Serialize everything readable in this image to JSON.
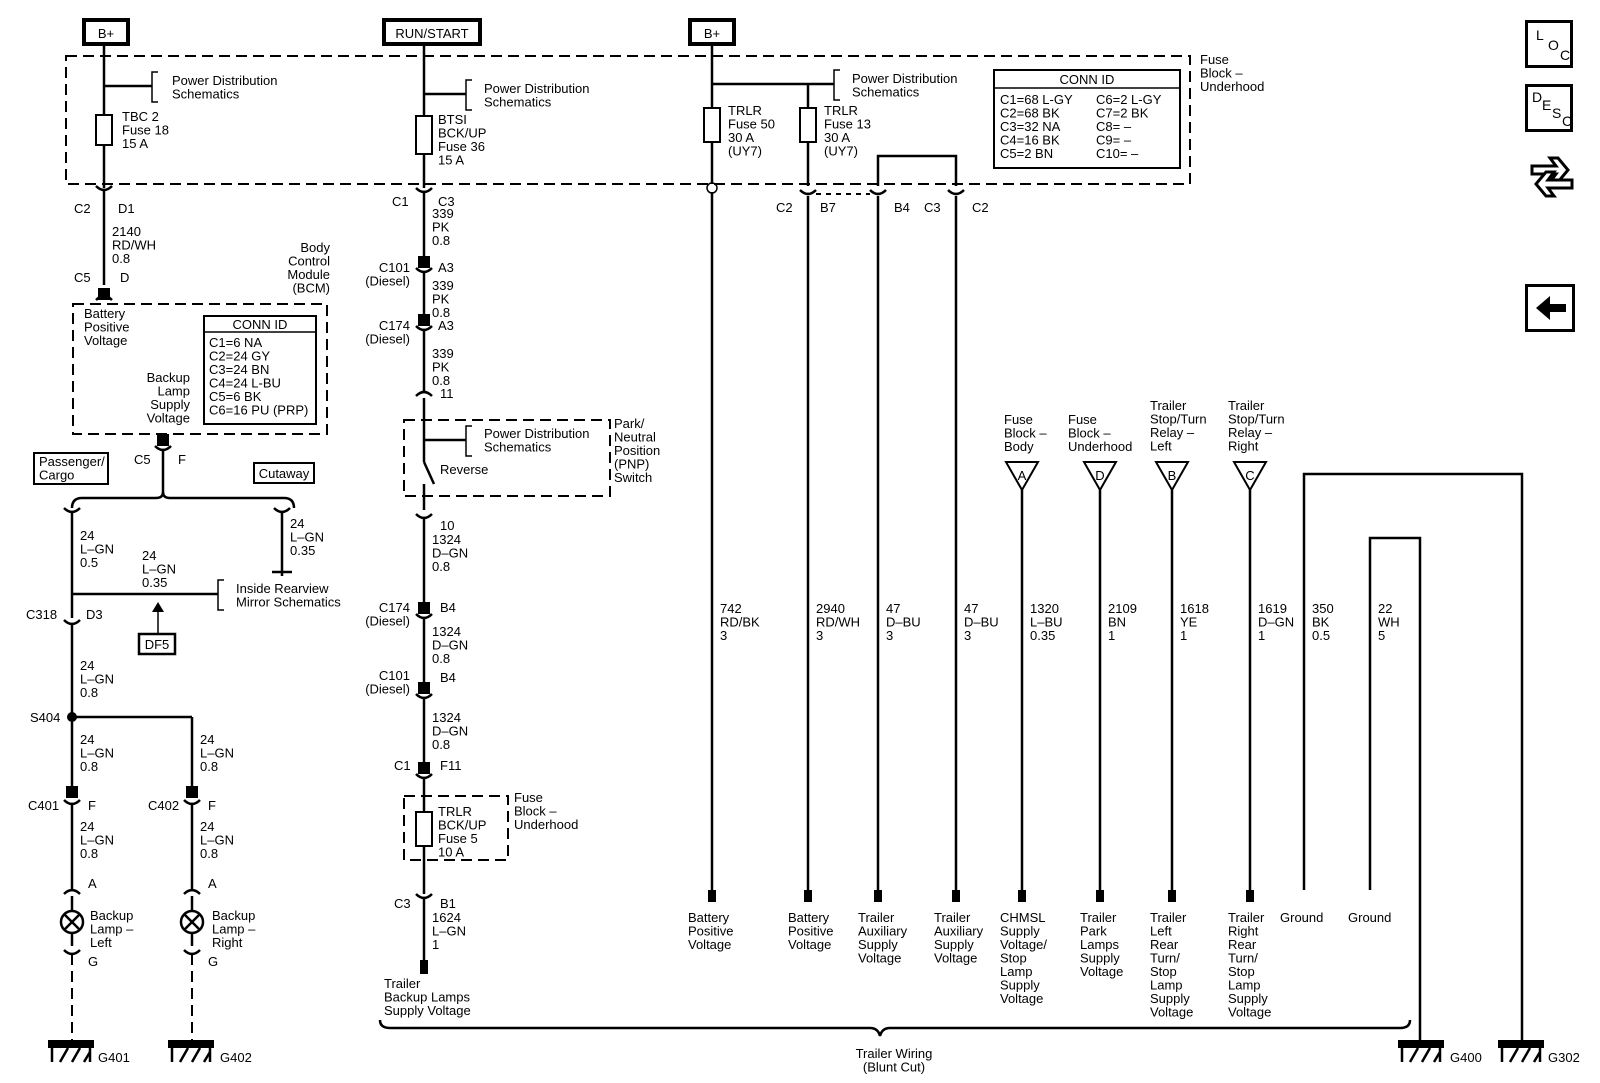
{
  "headers": {
    "b_plus_left": "B+",
    "run_start": "RUN/START",
    "b_plus_right": "B+"
  },
  "pds": "Power Distribution\nSchematics",
  "fuse_block_underhood": "Fuse\nBlock –\nUnderhood",
  "fuses": {
    "tbc2": "TBC 2\nFuse 18\n15 A",
    "btsi": "BTSI\nBCK/UP\nFuse 36\n15 A",
    "trlr50": "TRLR\nFuse 50\n30 A\n(UY7)",
    "trlr13": "TRLR\nFuse 13\n30 A\n(UY7)",
    "trlr5": "TRLR\nBCK/UP\nFuse 5\n10 A"
  },
  "conn_id_fuse": {
    "title": "CONN ID",
    "col1": [
      "C1=68 L-GY",
      "C2=68 BK",
      "C3=32 NA",
      "C4=16 BK",
      "C5=2 BN"
    ],
    "col2": [
      "C6=2 L-GY",
      "C7=2 BK",
      "C8= –",
      "C9= –",
      "C10= –"
    ]
  },
  "bcm": {
    "name": "Body\nControl\nModule\n(BCM)",
    "battery_voltage": "Battery\nPositive\nVoltage",
    "backup_supply": "Backup\nLamp\nSupply\nVoltage",
    "conn_title": "CONN ID",
    "conn_rows": [
      "C1=6 NA",
      "C2=24 GY",
      "C3=24 BN",
      "C4=24 L-BU",
      "C5=6 BK",
      "C6=16 PU (PRP)"
    ]
  },
  "left_branch": {
    "c2": "C2",
    "d1": "D1",
    "wire_2140": "2140\nRD/WH\n0.8",
    "c5a": "C5",
    "d": "D",
    "c5b": "C5",
    "f": "F",
    "passenger_cargo": "Passenger/\nCargo",
    "cutaway": "Cutaway",
    "w24_05": "24\nL–GN\n0.5",
    "w24_035a": "24\nL–GN\n0.35",
    "w24_035b": "24\nL–GN\n0.35",
    "mirror": "Inside Rearview\nMirror Schematics",
    "df5": "DF5",
    "c318": "C318",
    "d3": "D3",
    "w24_08a": "24\nL–GN\n0.8",
    "s404": "S404",
    "w24_08b": "24\nL–GN\n0.8",
    "w24_08c": "24\nL–GN\n0.8",
    "c401": "C401",
    "c402": "C402",
    "f1": "F",
    "f2": "F",
    "w24_08d": "24\nL–GN\n0.8",
    "w24_08e": "24\nL–GN\n0.8",
    "a1": "A",
    "a2": "A",
    "g1": "G",
    "g2": "G",
    "lamp_left": "Backup\nLamp –\nLeft",
    "lamp_right": "Backup\nLamp –\nRight",
    "g401": "G401",
    "g402": "G402"
  },
  "center": {
    "c1": "C1",
    "c3": "C3",
    "w339a": "339\nPK\n0.8",
    "c101a": "C101\n(Diesel)",
    "a3a": "A3",
    "w339b": "339\nPK\n0.8",
    "c174a": "C174\n(Diesel)",
    "a3b": "A3",
    "w339c": "339\nPK\n0.8",
    "n11": "11",
    "pnp": "Park/\nNeutral\nPosition\n(PNP)\nSwitch",
    "reverse": "Reverse",
    "n10": "10",
    "w1324a": "1324\nD–GN\n0.8",
    "c174b": "C174\n(Diesel)",
    "b4a": "B4",
    "w1324b": "1324\nD–GN\n0.8",
    "c101b": "C101\n(Diesel)",
    "b4b": "B4",
    "w1324c": "1324\nD–GN\n0.8",
    "c1b": "C1",
    "f11": "F11",
    "c3b": "C3",
    "b1": "B1",
    "w1624": "1624\nL–GN\n1",
    "trailer_backup": "Trailer\nBackup Lamps\nSupply Voltage"
  },
  "right": {
    "c2": "C2",
    "b7": "B7",
    "b4": "B4",
    "c3": "C3",
    "c2b": "C2",
    "sources": [
      {
        "label": "Fuse\nBlock –\nBody",
        "letter": "A"
      },
      {
        "label": "Fuse\nBlock –\nUnderhood",
        "letter": "D"
      },
      {
        "label": "Trailer\nStop/Turn\nRelay –\nLeft",
        "letter": "B"
      },
      {
        "label": "Trailer\nStop/Turn\nRelay –\nRight",
        "letter": "C"
      }
    ],
    "wires": [
      "742\nRD/BK\n3",
      "2940\nRD/WH\n3",
      "47\nD–BU\n3",
      "47\nD–BU\n3",
      "1320\nL–BU\n0.35",
      "2109\nBN\n1",
      "1618\nYE\n1",
      "1619\nD–GN\n1",
      "350\nBK\n0.5",
      "22\nWH\n5"
    ],
    "ends": [
      "Battery\nPositive\nVoltage",
      "Battery\nPositive\nVoltage",
      "Trailer\nAuxiliary\nSupply\nVoltage",
      "Trailer\nAuxiliary\nSupply\nVoltage",
      "CHMSL\nSupply\nVoltage/\nStop\nLamp\nSupply\nVoltage",
      "Trailer\nPark\nLamps\nSupply\nVoltage",
      "Trailer\nLeft\nRear\nTurn/\nStop\nLamp\nSupply\nVoltage",
      "Trailer\nRight\nRear\nTurn/\nStop\nLamp\nSupply\nVoltage",
      "Ground",
      "Ground"
    ],
    "trailer_wiring": "Trailer Wiring\n(Blunt Cut)",
    "g400": "G400",
    "g302": "G302"
  },
  "side_buttons": {
    "loc": [
      "L",
      "O",
      "C"
    ],
    "desc": [
      "D",
      "E",
      "S",
      "C"
    ]
  }
}
